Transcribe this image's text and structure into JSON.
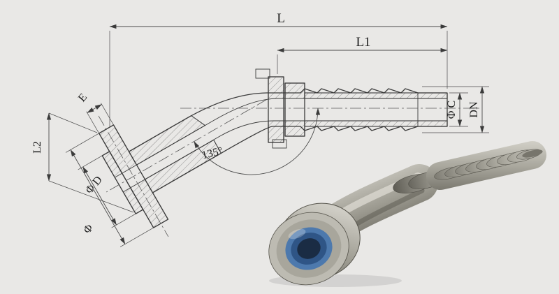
{
  "background_color": "#e9e8e6",
  "drawing": {
    "dims": {
      "overall_length": "L",
      "tail_length": "L1",
      "drop_length": "L2",
      "flange_thickness": "E",
      "spigot_diameter": "Φ D",
      "flange_diameter": "Φ",
      "tail_diameter": "Φ C",
      "nominal_bore": "DN",
      "bend_angle": "135°"
    },
    "colors": {
      "line": "#3b3b3b",
      "metal_gray": "#9a988e",
      "seal_blue": "#4d79ad"
    }
  }
}
